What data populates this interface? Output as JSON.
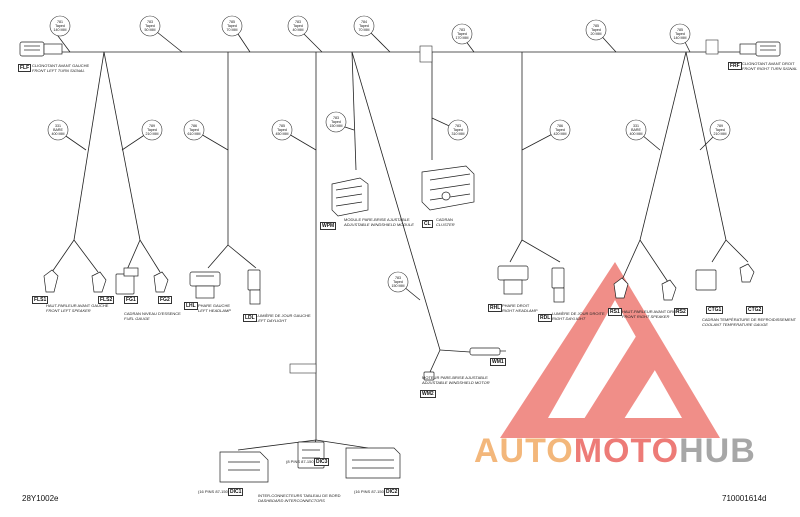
{
  "bubbles": [
    {
      "code": "781",
      "l1": "Taped",
      "l2": "140 MM"
    },
    {
      "code": "783",
      "l1": "Taped",
      "l2": "50 MM"
    },
    {
      "code": "785",
      "l1": "Taped",
      "l2": "70 MM"
    },
    {
      "code": "783",
      "l1": "Taped",
      "l2": "40 MM"
    },
    {
      "code": "784",
      "l1": "Taped",
      "l2": "70 MM"
    },
    {
      "code": "783",
      "l1": "Taped",
      "l2": "170 MM"
    },
    {
      "code": "785",
      "l1": "Taped",
      "l2": "20 MM"
    },
    {
      "code": "785",
      "l1": "Taped",
      "l2": "140 MM"
    },
    {
      "code": "331",
      "l1": "BARE",
      "l2": "400 MM"
    },
    {
      "code": "789",
      "l1": "Taped",
      "l2": "210 MM"
    },
    {
      "code": "786",
      "l1": "Taped",
      "l2": "610 MM"
    },
    {
      "code": "785",
      "l1": "Taped",
      "l2": "450 MM"
    },
    {
      "code": "783",
      "l1": "Taped",
      "l2": "150 MM"
    },
    {
      "code": "783",
      "l1": "Taped",
      "l2": "310 MM"
    },
    {
      "code": "786",
      "l1": "Taped",
      "l2": "420 MM"
    },
    {
      "code": "331",
      "l1": "BARE",
      "l2": "400 MM"
    },
    {
      "code": "789",
      "l1": "Taped",
      "l2": "210 MM"
    },
    {
      "code": "783",
      "l1": "Taped",
      "l2": "150 MM"
    }
  ],
  "connectors": {
    "FLF": "FLF",
    "FRF": "FRF",
    "FLS1": "FLS1",
    "FLS2": "FLS2",
    "FG1": "FG1",
    "FG2": "FG2",
    "LHL": "LHL",
    "LDL": "LDL",
    "WPM": "WPM",
    "CL": "CL",
    "RHL": "RHL",
    "RDL": "RDL",
    "RS1": "RS1",
    "RS2": "RS2",
    "CTG1": "CTG1",
    "CTG2": "CTG2",
    "WM1": "WM1",
    "WM2": "WM2",
    "DIC1": "DIC1",
    "DIC3": "DIC3",
    "DIC2": "DIC2"
  },
  "labels": {
    "flf_fr": "CLIGNOTANT AVANT GAUCHE",
    "flf_en": "FRONT LEFT TURN SIGNAL",
    "frf_fr": "CLIGNOTANT AVANT DROIT",
    "frf_en": "FRONT RIGHT TURN SIGNAL",
    "fls_fr": "HAUT-PARLEUR AVANT GAUCHE",
    "fls_en": "FRONT LEFT SPEAKER",
    "fg_fr": "CADRAN NIVEAU D'ESSENCE",
    "fg_en": "FUEL GAUGE",
    "lhl_fr": "PHARE GAUCHE",
    "lhl_en": "LEFT HEADLAMP",
    "ldl_fr": "LUMIÈRE DE JOUR GAUCHE",
    "ldl_en": "LEFT DAYLIGHT",
    "wpm_fr": "MODULE PARE-BRISE AJUSTABLE",
    "wpm_en": "ADJUSTABLE WINDSHIELD MODULE",
    "cl_fr": "CADRAN",
    "cl_en": "CLUSTER",
    "rhl_fr": "PHARE DROIT",
    "rhl_en": "RIGHT HEADLAMP",
    "rdl_fr": "LUMIÈRE DE JOUR DROITE",
    "rdl_en": "RIGHT DAYLIGHT",
    "rs_fr": "HAUT-PARLEUR AVANT DROIT",
    "rs_en": "FRONT RIGHT SPEAKER",
    "ctg_fr": "CADRAN TEMPÉRATURE DE REFROIDISSEMENT",
    "ctg_en": "COOLANT TEMPERATURE GAUGE",
    "wm_fr": "MOTEUR PARE-BRISE AJUSTABLE",
    "wm_en": "ADJUSTABLE WINDSHIELD MOTOR",
    "dic_fr": "INTER-CONNECTEURS TABLEAU DE BORD",
    "dic_en": "DASHBOARD INTERCONNECTORS",
    "dic1_pin": "(16 PINS 87-150)",
    "dic3_pin": "(8 PINS 87-150)",
    "dic2_pin": "(16 PINS 87-150)"
  },
  "footer": {
    "left": "28Y1002e",
    "right": "710001614d"
  },
  "watermark": {
    "part1": "AUTO",
    "part2": "MOTO",
    "part3": "HUB",
    "color1": "#f0a050",
    "color2": "#e8504a",
    "color3": "#8a8a8a",
    "logo_color": "#e84a40"
  }
}
